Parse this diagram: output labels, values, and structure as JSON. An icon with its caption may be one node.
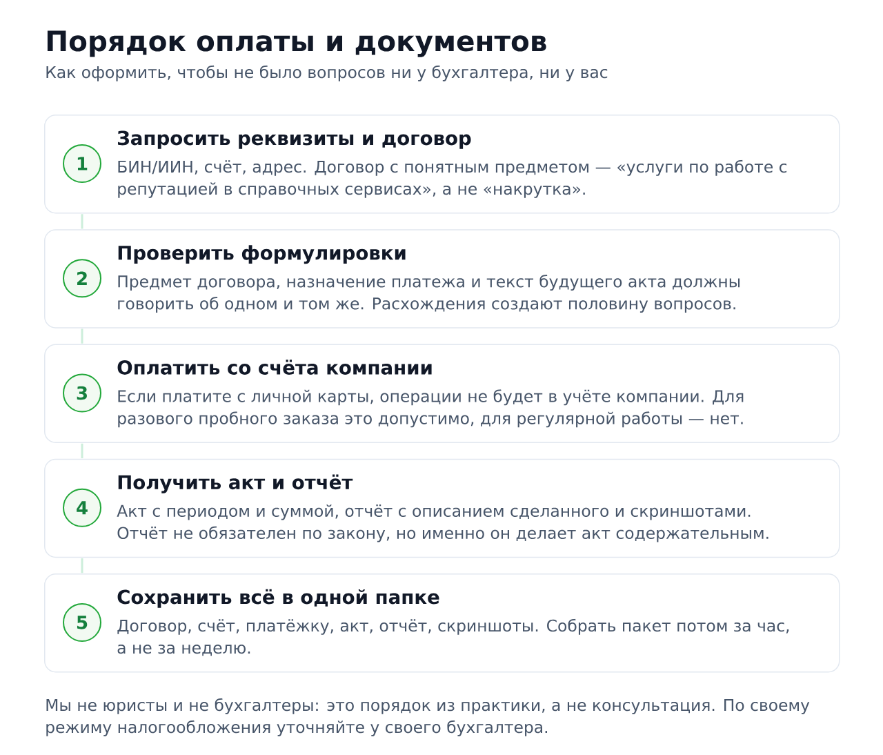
{
  "diagram": {
    "title": "Порядок оплаты и документов",
    "nodes": [
      {
        "text": [
          "Запросить реквизиты и договор",
          "БИН/ИИН, счёт, адрес. Договор с понятным предметом — «услуги по работе с репутацией в справочных сервисах», а не «накрутка»."
        ]
      },
      {
        "text": [
          "1"
        ],
        "in": 0
      },
      {
        "text": [
          "Проверить формулировки",
          "Предмет договора, назначение платежа и текст будущего акта должны говорить об одном и том же. Расхождения создают половину вопросов."
        ]
      },
      {
        "text": [
          "2"
        ],
        "in": 2
      },
      {
        "text": [
          "Оплатить со счёта компании",
          "Если платите с личной карты, операции не будет в учёте компании. Для разового пробного заказа это допустимо, для регулярной работы — нет."
        ]
      },
      {
        "text": [
          "3"
        ],
        "in": 4
      },
      {
        "text": [
          "Получить акт и отчёт",
          "Акт с периодом и суммой, отчёт с описанием сделанного и скриншотами. Отчёт не обязателен по закону, но именно он делает акт содержательным."
        ]
      },
      {
        "text": [
          "4"
        ],
        "in": 6
      },
      {
        "text": [
          "Сохранить всё в одной папке",
          "Договор, счёт, платёжку, акт, отчёт, скриншоты. Собрать пакет потом за час, а не за неделю."
        ]
      },
      {
        "text": [
          "5"
        ],
        "in": 8
      }
    ],
    "edges": [
      {
        "from": 0,
        "to": 2,
        "arrow": "none"
      },
      {
        "from": 2,
        "to": 4,
        "arrow": "none"
      },
      {
        "from": 4,
        "to": 6,
        "arrow": "none"
      },
      {
        "from": 6,
        "to": 8,
        "arrow": "none"
      }
    ],
    "labels": [
      "Как оформить, чтобы не было вопросов ни у бухгалтера, ни у вас",
      "Мы не юристы и не бухгалтеры: это порядок из практики, а не консультация. По своему режиму налогообложения уточняйте у своего бухгалтера."
    ]
  }
}
